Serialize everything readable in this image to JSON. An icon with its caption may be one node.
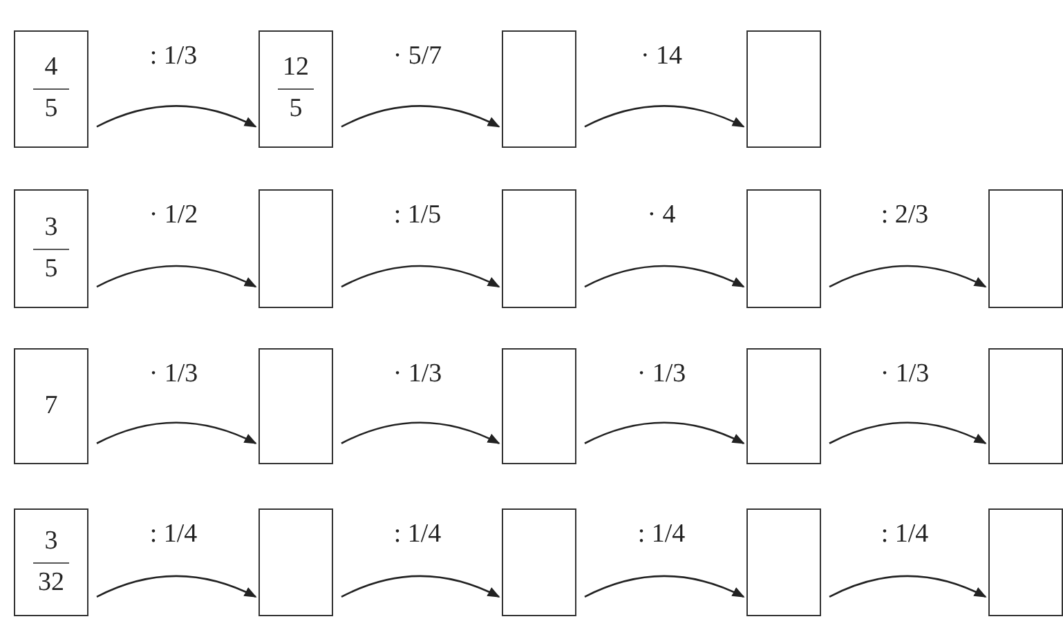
{
  "diagram": {
    "nodes": [
      {
        "text": [
          "4",
          "5"
        ]
      },
      {
        "text": [
          "12",
          "5"
        ]
      },
      {
        "text": [],
        "shape": "box"
      },
      {
        "text": [],
        "shape": "box"
      },
      {
        "text": [
          "3",
          "5"
        ]
      },
      {
        "text": [],
        "shape": "box"
      },
      {
        "text": [],
        "shape": "box"
      },
      {
        "text": [],
        "shape": "box"
      },
      {
        "text": [],
        "shape": "box"
      },
      {
        "text": [
          "7"
        ]
      },
      {
        "text": [],
        "shape": "box"
      },
      {
        "text": [],
        "shape": "box"
      },
      {
        "text": [],
        "shape": "box"
      },
      {
        "text": [],
        "shape": "box"
      },
      {
        "text": [
          "3",
          "32"
        ]
      },
      {
        "text": [],
        "shape": "box"
      },
      {
        "text": [],
        "shape": "box"
      },
      {
        "text": [],
        "shape": "box"
      },
      {
        "text": [],
        "shape": "box"
      }
    ],
    "edges": [
      {
        "from": 0,
        "to": 1,
        "arrow": "to",
        "label": ": 1/3"
      },
      {
        "from": 1,
        "to": 2,
        "arrow": "to",
        "label": "· 5/7"
      },
      {
        "from": 2,
        "to": 3,
        "arrow": "to",
        "label": "· 14"
      },
      {
        "from": 4,
        "to": 5,
        "arrow": "to",
        "label": "· 1/2"
      },
      {
        "from": 5,
        "to": 6,
        "arrow": "to",
        "label": ": 1/5"
      },
      {
        "from": 6,
        "to": 7,
        "arrow": "to",
        "label": "· 4"
      },
      {
        "from": 7,
        "to": 8,
        "arrow": "to",
        "label": ": 2/3"
      },
      {
        "from": 9,
        "to": 10,
        "arrow": "to",
        "label": "· 1/3"
      },
      {
        "from": 10,
        "to": 11,
        "arrow": "to",
        "label": "· 1/3"
      },
      {
        "from": 11,
        "to": 12,
        "arrow": "to",
        "label": "· 1/3"
      },
      {
        "from": 12,
        "to": 13,
        "arrow": "to",
        "label": "· 1/3"
      },
      {
        "from": 14,
        "to": 15,
        "arrow": "to",
        "label": ": 1/4"
      },
      {
        "from": 15,
        "to": 16,
        "arrow": "to",
        "label": ": 1/4"
      },
      {
        "from": 16,
        "to": 17,
        "arrow": "to",
        "label": ": 1/4"
      },
      {
        "from": 17,
        "to": 18,
        "arrow": "to",
        "label": ": 1/4"
      }
    ]
  }
}
